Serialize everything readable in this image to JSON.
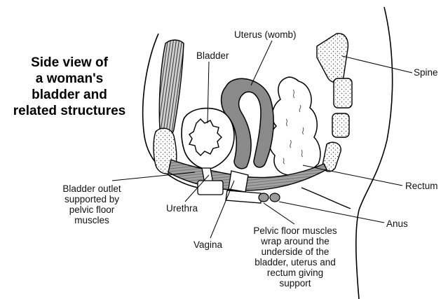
{
  "title": {
    "line1": "Side view of",
    "line2": "a woman's",
    "line3": "bladder and",
    "line4": "related structures"
  },
  "labels": {
    "uterus": "Uterus (womb)",
    "bladder": "Bladder",
    "spine": "Spine",
    "rectum": "Rectum",
    "anus": "Anus",
    "urethra": "Urethra",
    "vagina": "Vagina",
    "bladder_outlet": [
      "Bladder outlet",
      "supported by",
      "pelvic floor",
      "muscles"
    ],
    "pelvic_floor": [
      "Pelvic floor muscles",
      "wrap around the",
      "underside of the",
      "bladder, uterus and",
      "rectum giving",
      "support"
    ]
  },
  "colors": {
    "outline": "#000000",
    "uterus_fill": "#8c8c8c",
    "muscle_fill": "#9a9a9a",
    "bone_fill": "#ffffff",
    "background": "#ffffff"
  }
}
